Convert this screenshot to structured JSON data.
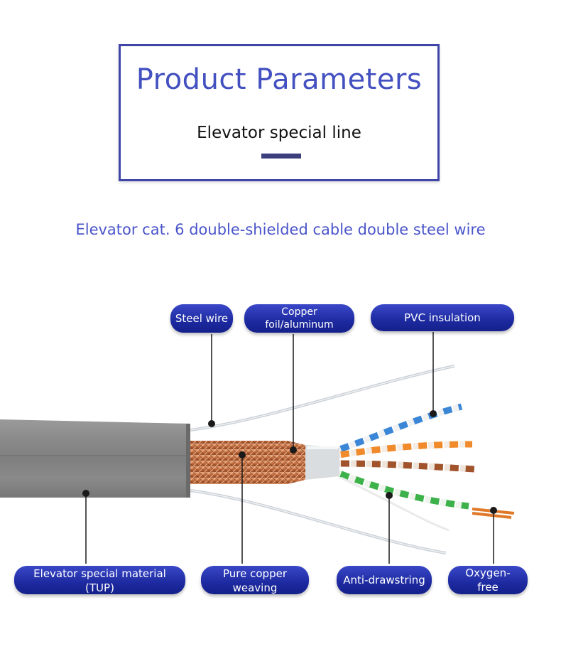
{
  "header": {
    "title": "Product Parameters",
    "subtitle": "Elevator special line"
  },
  "product": {
    "heading": "Elevator cat. 6 double-shielded cable double steel wire"
  },
  "labels": {
    "steel_wire": "Steel wire",
    "copper_foil": "Copper foil/aluminum",
    "pvc_insulation": "PVC insulation",
    "elevator_material": "Elevator special material (TUP)",
    "pure_copper": "Pure copper weaving",
    "anti_drawstring": "Anti-drawstring",
    "oxygen_free": "Oxygen-free"
  },
  "colors": {
    "accent": "#4350c0",
    "pill": "#1d2aa0",
    "cable_jacket": "#8a8a8a",
    "copper": "#c8703c"
  }
}
